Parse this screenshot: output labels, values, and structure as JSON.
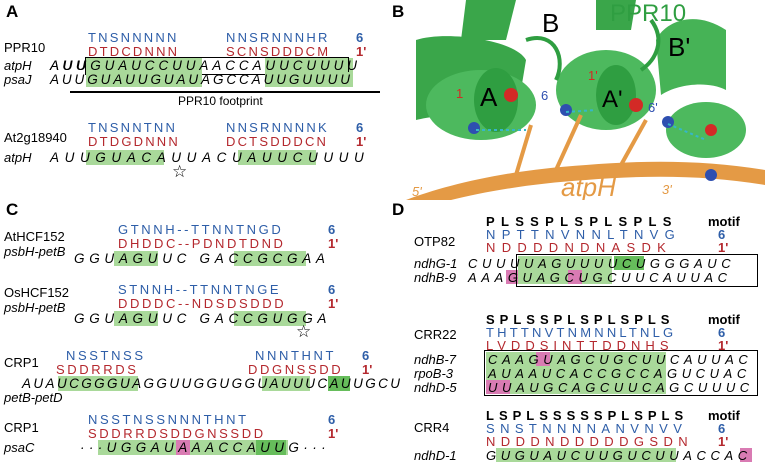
{
  "panels": {
    "A": "A",
    "B": "B",
    "C": "C",
    "D": "D"
  },
  "panelA": {
    "protein1": "PPR10",
    "res_top1_a": "TNSNNNNN",
    "res_top1_b": "NNSRNNNHR",
    "res_bot1_a": "DTDCDNNN",
    "res_bot1_b": "SCNSDDDCM",
    "num6": "6",
    "num1": "1'",
    "rna1_label": "atpH",
    "rna1_seq": "AUUGUAUCCUUAACCAUUCUUUU",
    "rna2_label": "psaJ",
    "rna2_seq": "AUUGUAUUGUAUAGCCAUUGUUUU",
    "footprint": "PPR10 footprint",
    "protein2": "At2g18940",
    "res_top2_a": "TNSNNTNN",
    "res_top2_b": "NNSRNNNNK",
    "res_bot2_a": "DTDGDNNN",
    "res_bot2_b": "DCTSDDDCN",
    "rna3_label": "atpH",
    "rna3_seq": "AUUGUACAUUACUAUUCUUUU",
    "star": "☆"
  },
  "panelB": {
    "title": "PPR10",
    "helixA": "A",
    "helixAp": "A'",
    "helixB": "B",
    "helixBp": "B'",
    "n1": "1",
    "n1p": "1'",
    "n6": "6",
    "n6p": "6'",
    "rna": "atpH",
    "five": "5'",
    "three": "3'"
  },
  "panelC": {
    "p1": "AtHCF152",
    "p1_top": "GTNNH--TTNNTNGD",
    "p1_bot": "DHDDC--PDNDTDND",
    "p1_rna_label": "psbH-petB",
    "p1_rna": "GGUAGUUC GACCGCGAA",
    "p2": "OsHCF152",
    "p2_top": "STNNH--TTNNTNGE",
    "p2_bot": "DDDDC--NDSDSDDD",
    "p2_rna_label": "psbH-petB",
    "p2_rna": "GGUAGUUC GACCGUGGA",
    "p3": "CRP1",
    "p3_top_a": "NSSTNSS",
    "p3_top_b": "NNNTHNT",
    "p3_bot_a": "SDDRRDS",
    "p3_bot_b": "DDGNSSDD",
    "p3_rna": "AUAUCGGGUAGGUUGGUGGUAUUUCAUUGCU",
    "p3_rna_label": "petB-petD",
    "p4": "CRP1",
    "p4_top": "NSSTNSSNNNTHNT",
    "p4_bot": "SDDRRDSDDGNSSDD",
    "p4_rna": "···UGGAUAAACCAUUG···",
    "p4_rna_label": "psaC",
    "num6": "6",
    "num1": "1'",
    "star": "☆"
  },
  "panelD": {
    "motif_label": "motif",
    "num6": "6",
    "num1": "1'",
    "otp82": "OTP82",
    "otp82_motif": "PLSSPLSPLSPLS",
    "otp82_top": "NPTTNVNNLTNVG",
    "otp82_bot": "NDDDDNDNASDK",
    "otp82_rna1_label": "ndhG-1",
    "otp82_rna1": "CUUUUAGUUUUCUGGGAUC",
    "otp82_rna2_label": "ndhB-9",
    "otp82_rna2": "AAAGUAGCUGCUUCAUUAC",
    "crr22": "CRR22",
    "crr22_motif": "SPLSSPLSPLSPLS",
    "crr22_top": "THTTNVTNMNNLTNLG",
    "crr22_bot": "LVDDSINTTDDNHS",
    "crr22_rna1_label": "ndhB-7",
    "crr22_rna1": "CAAGUAGCUGCUUCAUUAC",
    "crr22_rna2_label": "rpoB-3",
    "crr22_rna2": "AUAAUCACCGCCAGUCUAC",
    "crr22_rna3_label": "ndhD-5",
    "crr22_rna3": "UUAUGCAGCUUCAGCUUUC",
    "crr4": "CRR4",
    "crr4_motif": "LSPLSSSSSPLSPLS",
    "crr4_top": "SNSTNNNNANVNVV",
    "crr4_bot": "NDDDNDDDDDGSDN",
    "crr4_rna_label": "ndhD-1",
    "crr4_rna": "GUGUAUCUUGUCUUACCAC"
  }
}
